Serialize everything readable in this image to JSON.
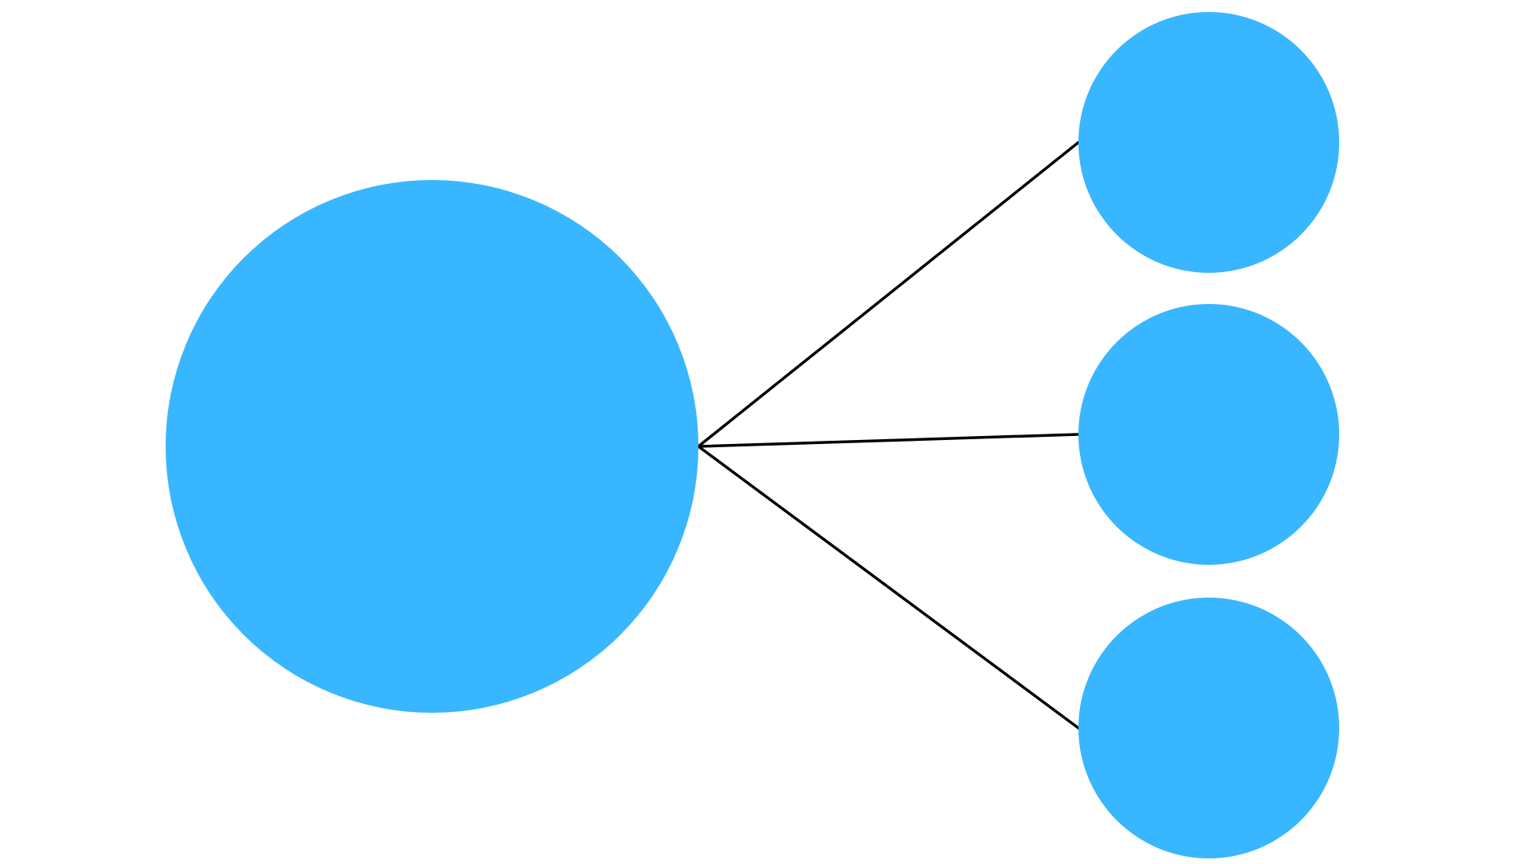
{
  "diagram": {
    "type": "hub-and-spoke",
    "nodes": [
      {
        "id": "hub",
        "role": "parent"
      },
      {
        "id": "child-1",
        "role": "child"
      },
      {
        "id": "child-2",
        "role": "child"
      },
      {
        "id": "child-3",
        "role": "child"
      }
    ],
    "edges": [
      {
        "from": "hub",
        "to": "child-1"
      },
      {
        "from": "hub",
        "to": "child-2"
      },
      {
        "from": "hub",
        "to": "child-3"
      }
    ],
    "colors": {
      "node_fill": "#38B6FF",
      "edge_stroke": "#000000",
      "background": "#FFFFFF"
    }
  }
}
